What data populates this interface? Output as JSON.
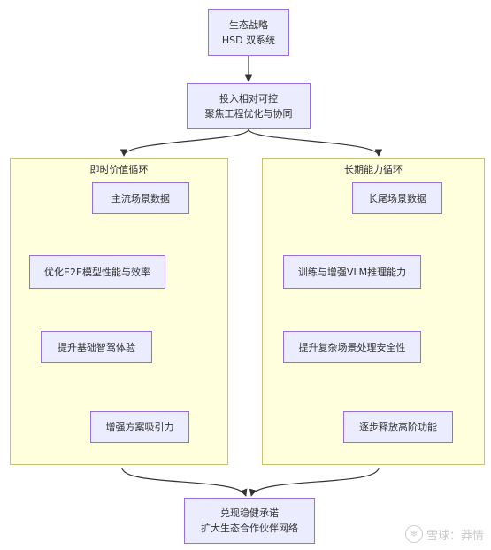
{
  "nodes": {
    "strategy": [
      "生态战略",
      "HSD 双系统"
    ],
    "invest": [
      "投入相对可控",
      "聚焦工程优化与协同"
    ],
    "fulfill": [
      "兑现稳健承诺",
      "扩大生态合作伙伴网络"
    ]
  },
  "left_loop": {
    "title": "即时价值循环",
    "steps": [
      "主流场景数据",
      "优化E2E模型性能与效率",
      "提升基础智驾体验",
      "增强方案吸引力"
    ]
  },
  "right_loop": {
    "title": "长期能力循环",
    "steps": [
      "长尾场景数据",
      "训练与增强VLM推理能力",
      "提升复杂场景处理安全性",
      "逐步释放高阶功能"
    ]
  },
  "colors": {
    "node_fill": "#ececff",
    "node_border": "#9370db",
    "group_fill": "#ffffde",
    "group_border": "#c8c36e",
    "edge": "#333333"
  },
  "watermark": {
    "text": "雪球：莽情",
    "icon": "snowball-logo-icon"
  }
}
